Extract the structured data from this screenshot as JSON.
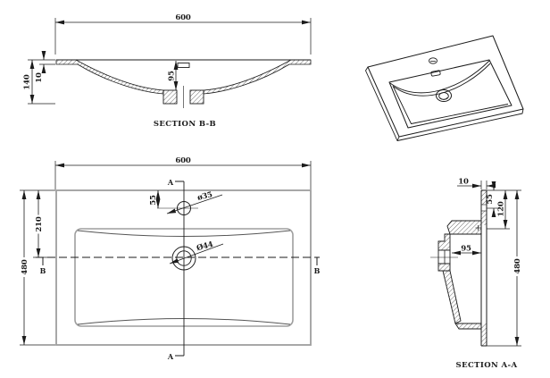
{
  "drawing_title": "basin technical drawing",
  "colors": {
    "background": "#ffffff",
    "ink": "#1b1b1b",
    "object_gray": "#9e9e9e",
    "curve_gray": "#555555"
  },
  "views": {
    "section_bb": {
      "label": "SECTION B-B",
      "dims": {
        "width": "600",
        "height": "140",
        "rim": "10",
        "depth": "95"
      }
    },
    "plan": {
      "dims": {
        "width": "600",
        "depth": "480",
        "center_from_back": "210",
        "faucet_from_back": "55"
      },
      "faucet_dia": "ø35",
      "drain_dia": "Ø44",
      "marker_a": "A",
      "marker_b": "B"
    },
    "section_aa": {
      "label": "SECTION A-A",
      "dims": {
        "edge": "10",
        "faucet_offset": "55",
        "ledge": "120",
        "bowl_depth": "95",
        "depth": "480"
      }
    }
  }
}
